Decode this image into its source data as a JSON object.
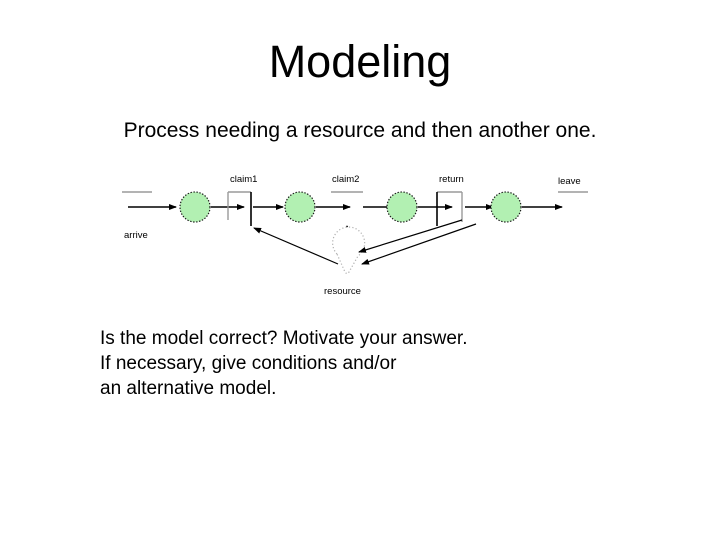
{
  "slide": {
    "title": "Modeling",
    "subtitle": "Process needing a resource and then another one.",
    "background_color": "#ffffff",
    "text_color": "#000000"
  },
  "diagram": {
    "name": "process-resource-petri-net",
    "place_fill_color": "#b2f0b2",
    "place_stroke_color": "#1a1a1a",
    "transition_color": "#808080",
    "arc_color": "#000000",
    "labels": {
      "arrive": "arrive",
      "claim1": "claim1",
      "claim2": "claim2",
      "return": "return",
      "leave": "leave",
      "resource": "resource"
    }
  },
  "body": {
    "lines": [
      "Is the model correct? Motivate your answer.",
      "If necessary, give conditions and/or",
      "an alternative model."
    ]
  }
}
